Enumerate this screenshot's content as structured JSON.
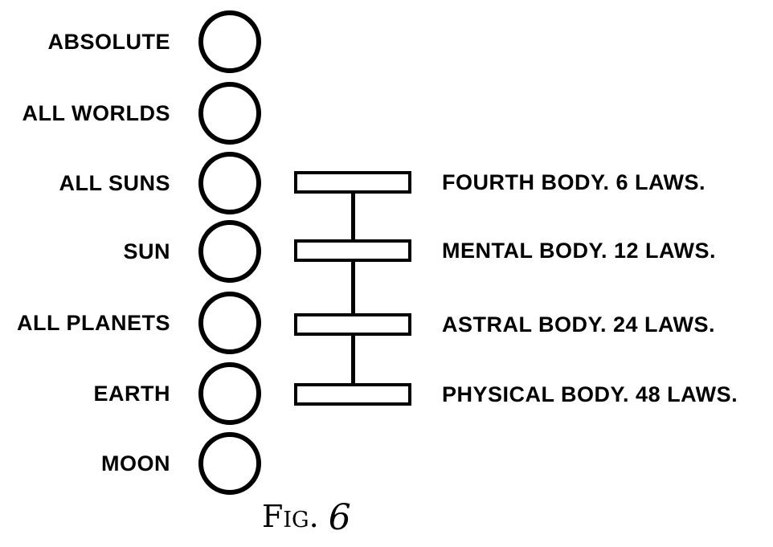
{
  "figure": {
    "colors": {
      "ink": "#000000",
      "background": "#ffffff"
    },
    "ray": {
      "levels": [
        {
          "label": "ABSOLUTE"
        },
        {
          "label": "ALL WORLDS"
        },
        {
          "label": "ALL SUNS"
        },
        {
          "label": "SUN"
        },
        {
          "label": "ALL PLANETS"
        },
        {
          "label": "EARTH"
        },
        {
          "label": "MOON"
        }
      ]
    },
    "bodies": {
      "items": [
        {
          "label": "FOURTH BODY. 6 LAWS.",
          "body": "FOURTH BODY",
          "laws": 6
        },
        {
          "label": "MENTAL BODY. 12 LAWS.",
          "body": "MENTAL BODY",
          "laws": 12
        },
        {
          "label": "ASTRAL BODY. 24 LAWS.",
          "body": "ASTRAL BODY",
          "laws": 24
        },
        {
          "label": "PHYSICAL BODY. 48 LAWS.",
          "body": "PHYSICAL BODY",
          "laws": 48
        }
      ]
    },
    "caption": {
      "prefix": "Fig.",
      "number": "6"
    }
  }
}
